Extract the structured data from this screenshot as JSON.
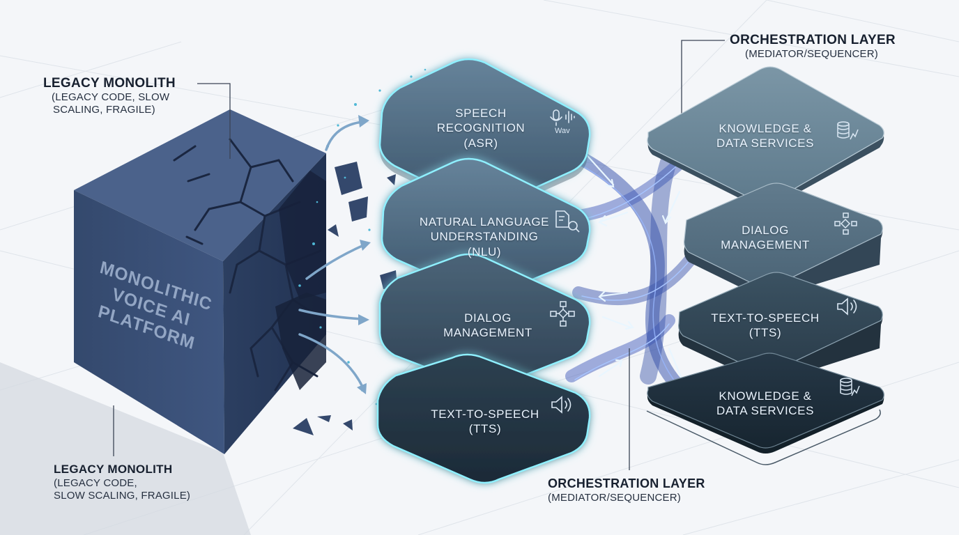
{
  "legacy_top": {
    "title": "LEGACY MONOLITH",
    "sub_line1": "(LEGACY CODE, SLOW",
    "sub_line2": "SCALING, FRAGILE)"
  },
  "legacy_bottom": {
    "title": "LEGACY MONOLITH",
    "sub_line1": "(LEGACY CODE,",
    "sub_line2": "SLOW SCALING, FRAGILE)"
  },
  "orchestration_top": {
    "title": "ORCHESTRATION LAYER",
    "sub": "(MEDIATOR/SEQUENCER)"
  },
  "orchestration_bottom": {
    "title": "ORCHESTRATION LAYER",
    "sub": "(MEDIATOR/SEQUENCER)"
  },
  "monolith": {
    "line1": "MONOLITHIC",
    "line2": "VOICE AI",
    "line3": "PLATFORM"
  },
  "left_tiles": [
    {
      "line1": "SPEECH",
      "line2": "RECOGNITION",
      "line3": "(ASR)",
      "icon": "microphone-waveform-icon",
      "icon_text": "Wav"
    },
    {
      "line1": "NATURAL LANGUAGE",
      "line2": "UNDERSTANDING",
      "line3": "(NLU)",
      "icon": "document-search-icon"
    },
    {
      "line1": "DIALOG",
      "line2": "MANAGEMENT",
      "icon": "flowchart-icon"
    },
    {
      "line1": "TEXT-TO-SPEECH",
      "line2": "(TTS)",
      "icon": "speaker-icon"
    }
  ],
  "right_tiles": [
    {
      "line1": "KNOWLEDGE &",
      "line2": "DATA SERVICES",
      "icon": "database-chart-icon"
    },
    {
      "line1": "DIALOG",
      "line2": "MANAGEMENT",
      "icon": "flowchart-icon"
    },
    {
      "line1": "TEXT-TO-SPEECH",
      "line2": "(TTS)",
      "icon": "speaker-icon"
    },
    {
      "line1": "KNOWLEDGE &",
      "line2": "DATA SERVICES",
      "icon": "database-chart-icon"
    }
  ],
  "colors": {
    "background": "#f4f6f9",
    "cube_front": "#3b5278",
    "cube_side": "#2d4166",
    "cube_top": "#4a6088",
    "tile_glow": "#7fe6ff",
    "flow_blue": "#3a55b8"
  }
}
